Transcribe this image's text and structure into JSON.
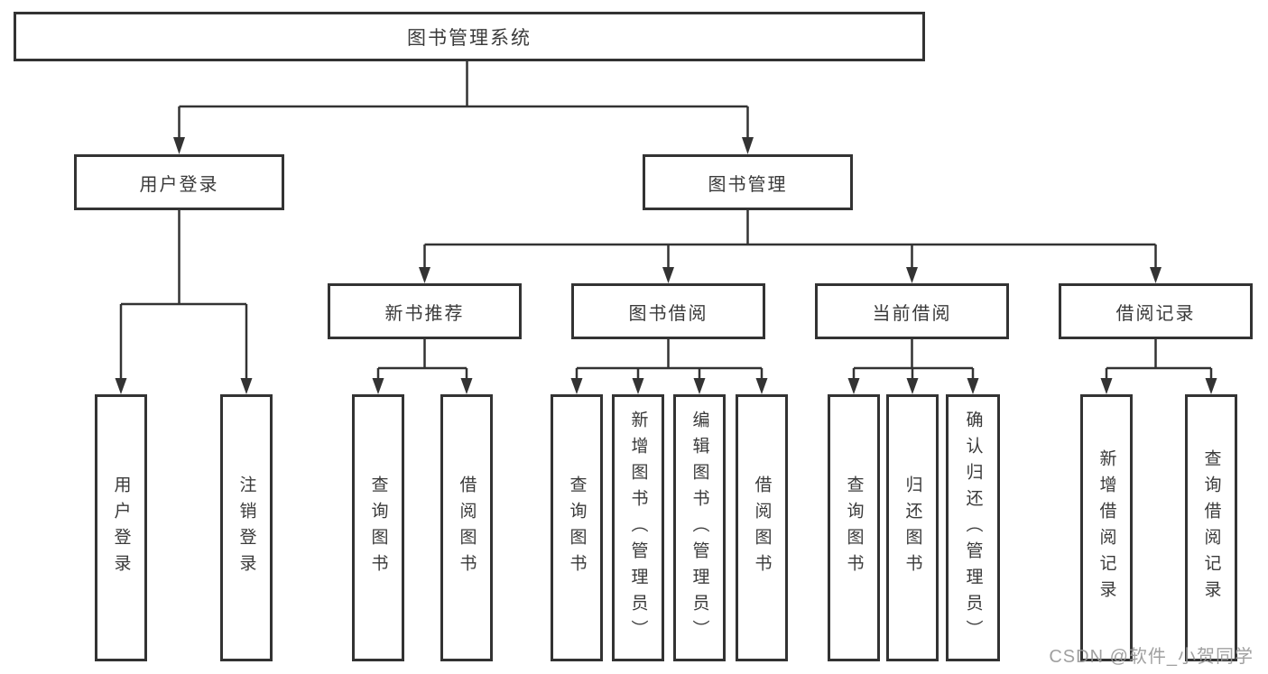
{
  "diagram": {
    "root": {
      "label": "图书管理系统"
    },
    "level2": [
      {
        "label": "用户登录"
      },
      {
        "label": "图书管理"
      }
    ],
    "level3": [
      {
        "label": "新书推荐"
      },
      {
        "label": "图书借阅"
      },
      {
        "label": "当前借阅"
      },
      {
        "label": "借阅记录"
      }
    ],
    "leaves": [
      {
        "label": "用户登录",
        "parent": "用户登录"
      },
      {
        "label": "注销登录",
        "parent": "用户登录"
      },
      {
        "label": "查询图书",
        "parent": "新书推荐"
      },
      {
        "label": "借阅图书",
        "parent": "新书推荐"
      },
      {
        "label": "查询图书",
        "parent": "图书借阅"
      },
      {
        "label": "新增图书（管理员）",
        "parent": "图书借阅"
      },
      {
        "label": "编辑图书（管理员）",
        "parent": "图书借阅"
      },
      {
        "label": "借阅图书",
        "parent": "图书借阅"
      },
      {
        "label": "查询图书",
        "parent": "当前借阅"
      },
      {
        "label": "归还图书",
        "parent": "当前借阅"
      },
      {
        "label": "确认归还（管理员）",
        "parent": "当前借阅"
      },
      {
        "label": "新增借阅记录",
        "parent": "借阅记录"
      },
      {
        "label": "查询借阅记录",
        "parent": "借阅记录"
      }
    ],
    "watermark": "CSDN @软件_小贺同学",
    "colors": {
      "line": "#333333",
      "border": "#333333",
      "text": "#3a3a3a",
      "background": "#ffffff",
      "watermark": "#969696"
    }
  }
}
